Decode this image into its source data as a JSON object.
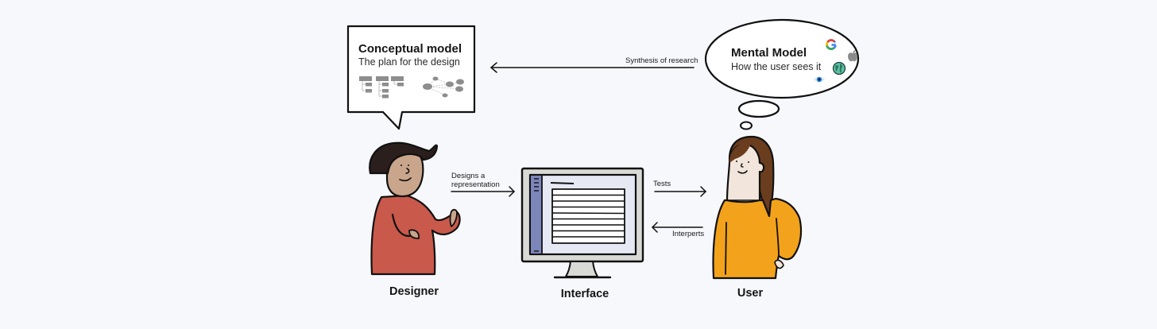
{
  "conceptual_model": {
    "title": "Conceptual model",
    "subtitle": "The plan for the design"
  },
  "mental_model": {
    "title": "Mental Model",
    "subtitle": "How the user sees it",
    "icons": [
      "google-icon",
      "apple-icon",
      "globe-icon",
      "eye-icon"
    ]
  },
  "arrows": {
    "synthesis": "Synthesis of research",
    "designs_line1": "Designs a",
    "designs_line2": "representation",
    "tests": "Tests",
    "interprets": "Interperts"
  },
  "captions": {
    "designer": "Designer",
    "interface": "Interface",
    "user": "User"
  },
  "colors": {
    "background": "#f7f8fc",
    "designer_shirt": "#c9594b",
    "designer_skin": "#c9a58c",
    "designer_hair": "#2a1f1c",
    "user_shirt": "#f3a21b",
    "user_hair": "#6a3d1e",
    "user_skin": "#f2e6dc",
    "sidebar": "#7c86bb",
    "screen": "#e6e8f4",
    "monitor_frame": "#d9d9d6"
  }
}
